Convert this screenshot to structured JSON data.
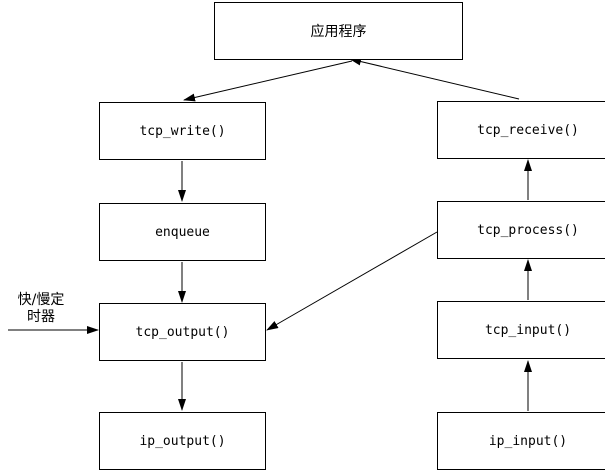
{
  "nodes": {
    "app": "应用程序",
    "tcp_write": "tcp_write()",
    "enqueue": "enqueue",
    "tcp_output": "tcp_output()",
    "ip_output": "ip_output()",
    "tcp_receive": "tcp_receive()",
    "tcp_process": "tcp_process()",
    "tcp_input": "tcp_input()",
    "ip_input": "ip_input()"
  },
  "timer_label": {
    "line1": "快/慢定",
    "line2": "时器"
  },
  "edges": [
    {
      "from": "app",
      "to": "tcp_write"
    },
    {
      "from": "tcp_receive",
      "to": "app"
    },
    {
      "from": "tcp_write",
      "to": "enqueue"
    },
    {
      "from": "enqueue",
      "to": "tcp_output"
    },
    {
      "from": "tcp_output",
      "to": "ip_output"
    },
    {
      "from": "ip_input",
      "to": "tcp_input"
    },
    {
      "from": "tcp_input",
      "to": "tcp_process"
    },
    {
      "from": "tcp_process",
      "to": "tcp_receive"
    },
    {
      "from": "tcp_process",
      "to": "tcp_output"
    },
    {
      "from": "timer",
      "to": "tcp_output"
    }
  ]
}
